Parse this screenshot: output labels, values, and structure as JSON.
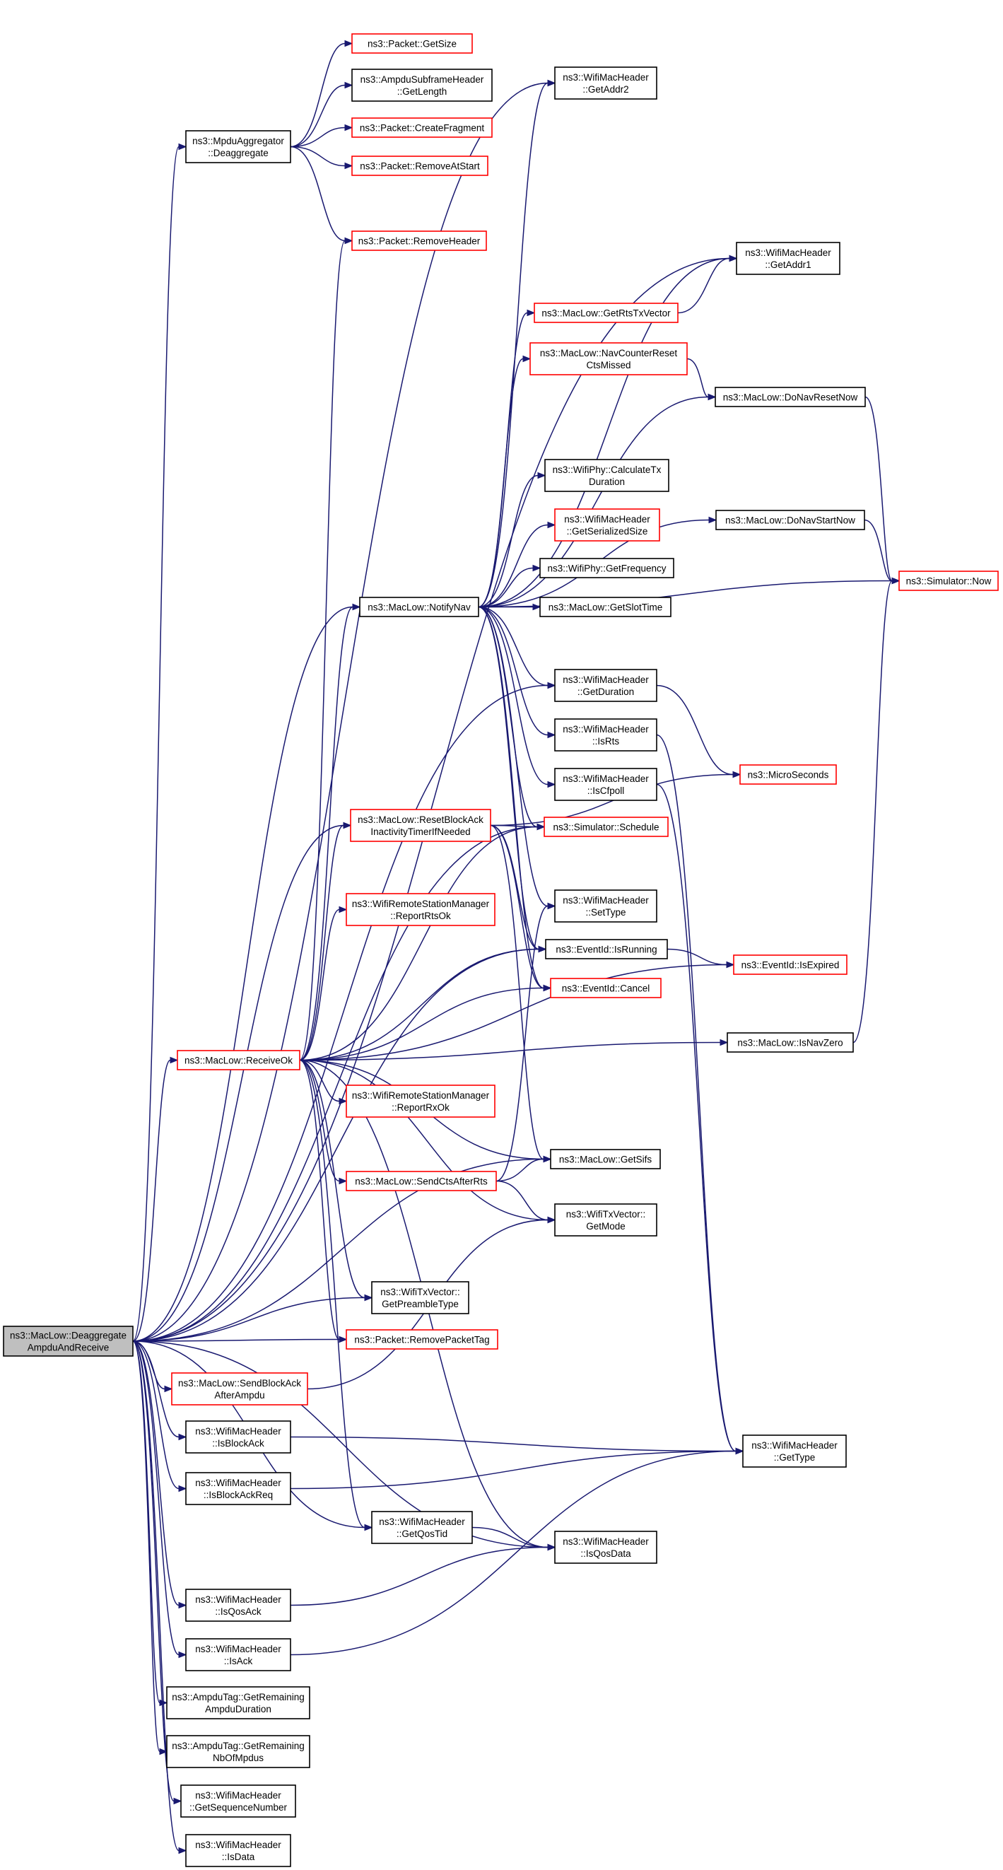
{
  "colors": {
    "edge": "#191970",
    "node_border": "#000000",
    "node_border_truncated": "#ff0000",
    "node_fill": "#ffffff",
    "root_fill": "#bfbfbf"
  },
  "nodes": [
    {
      "id": "root",
      "lines": [
        "ns3::MacLow::Deaggregate",
        "AmpduAndReceive"
      ],
      "style": "root"
    },
    {
      "id": "mpdu_deagg",
      "lines": [
        "ns3::MpduAggregator",
        "::Deaggregate"
      ],
      "style": "normal"
    },
    {
      "id": "pkt_getsize",
      "lines": [
        "ns3::Packet::GetSize"
      ],
      "style": "truncated"
    },
    {
      "id": "ampdu_getlen",
      "lines": [
        "ns3::AmpduSubframeHeader",
        "::GetLength"
      ],
      "style": "normal"
    },
    {
      "id": "pkt_createfrag",
      "lines": [
        "ns3::Packet::CreateFragment"
      ],
      "style": "truncated"
    },
    {
      "id": "pkt_removeatstart",
      "lines": [
        "ns3::Packet::RemoveAtStart"
      ],
      "style": "truncated"
    },
    {
      "id": "pkt_removeheader",
      "lines": [
        "ns3::Packet::RemoveHeader"
      ],
      "style": "truncated"
    },
    {
      "id": "hdr_getaddr2",
      "lines": [
        "ns3::WifiMacHeader",
        "::GetAddr2"
      ],
      "style": "normal"
    },
    {
      "id": "hdr_getaddr1",
      "lines": [
        "ns3::WifiMacHeader",
        "::GetAddr1"
      ],
      "style": "normal"
    },
    {
      "id": "getrtstxvector",
      "lines": [
        "ns3::MacLow::GetRtsTxVector"
      ],
      "style": "truncated"
    },
    {
      "id": "navcounterreset",
      "lines": [
        "ns3::MacLow::NavCounterReset",
        "CtsMissed"
      ],
      "style": "truncated"
    },
    {
      "id": "donavresetnow",
      "lines": [
        "ns3::MacLow::DoNavResetNow"
      ],
      "style": "normal"
    },
    {
      "id": "phy_calctx",
      "lines": [
        "ns3::WifiPhy::CalculateTx",
        "Duration"
      ],
      "style": "normal"
    },
    {
      "id": "hdr_getserialized",
      "lines": [
        "ns3::WifiMacHeader",
        "::GetSerializedSize"
      ],
      "style": "truncated"
    },
    {
      "id": "donavstartnow",
      "lines": [
        "ns3::MacLow::DoNavStartNow"
      ],
      "style": "normal"
    },
    {
      "id": "phy_getfreq",
      "lines": [
        "ns3::WifiPhy::GetFrequency"
      ],
      "style": "normal"
    },
    {
      "id": "sim_now",
      "lines": [
        "ns3::Simulator::Now"
      ],
      "style": "truncated"
    },
    {
      "id": "notifynav",
      "lines": [
        "ns3::MacLow::NotifyNav"
      ],
      "style": "normal"
    },
    {
      "id": "getslottime",
      "lines": [
        "ns3::MacLow::GetSlotTime"
      ],
      "style": "normal"
    },
    {
      "id": "hdr_getduration",
      "lines": [
        "ns3::WifiMacHeader",
        "::GetDuration"
      ],
      "style": "normal"
    },
    {
      "id": "hdr_isrts",
      "lines": [
        "ns3::WifiMacHeader",
        "::IsRts"
      ],
      "style": "normal"
    },
    {
      "id": "microseconds",
      "lines": [
        "ns3::MicroSeconds"
      ],
      "style": "truncated"
    },
    {
      "id": "hdr_iscfpoll",
      "lines": [
        "ns3::WifiMacHeader",
        "::IsCfpoll"
      ],
      "style": "normal"
    },
    {
      "id": "resetblockack",
      "lines": [
        "ns3::MacLow::ResetBlockAck",
        "InactivityTimerIfNeeded"
      ],
      "style": "truncated"
    },
    {
      "id": "sim_schedule",
      "lines": [
        "ns3::Simulator::Schedule"
      ],
      "style": "truncated"
    },
    {
      "id": "rsm_reportrtsok",
      "lines": [
        "ns3::WifiRemoteStationManager",
        "::ReportRtsOk"
      ],
      "style": "truncated"
    },
    {
      "id": "hdr_settype",
      "lines": [
        "ns3::WifiMacHeader",
        "::SetType"
      ],
      "style": "normal"
    },
    {
      "id": "event_isrunning",
      "lines": [
        "ns3::EventId::IsRunning"
      ],
      "style": "normal"
    },
    {
      "id": "event_isexpired",
      "lines": [
        "ns3::EventId::IsExpired"
      ],
      "style": "truncated"
    },
    {
      "id": "event_cancel",
      "lines": [
        "ns3::EventId::Cancel"
      ],
      "style": "truncated"
    },
    {
      "id": "receiveok",
      "lines": [
        "ns3::MacLow::ReceiveOk"
      ],
      "style": "truncated"
    },
    {
      "id": "isnavzero",
      "lines": [
        "ns3::MacLow::IsNavZero"
      ],
      "style": "normal"
    },
    {
      "id": "rsm_reportrxok",
      "lines": [
        "ns3::WifiRemoteStationManager",
        "::ReportRxOk"
      ],
      "style": "truncated"
    },
    {
      "id": "getsifs",
      "lines": [
        "ns3::MacLow::GetSifs"
      ],
      "style": "normal"
    },
    {
      "id": "sendctsafterrts",
      "lines": [
        "ns3::MacLow::SendCtsAfterRts"
      ],
      "style": "truncated"
    },
    {
      "id": "txv_getmode",
      "lines": [
        "ns3::WifiTxVector::",
        "GetMode"
      ],
      "style": "normal"
    },
    {
      "id": "txv_getpreamble",
      "lines": [
        "ns3::WifiTxVector::",
        "GetPreambleType"
      ],
      "style": "normal"
    },
    {
      "id": "pkt_removetag",
      "lines": [
        "ns3::Packet::RemovePacketTag"
      ],
      "style": "truncated"
    },
    {
      "id": "sendblockack",
      "lines": [
        "ns3::MacLow::SendBlockAck",
        "AfterAmpdu"
      ],
      "style": "truncated"
    },
    {
      "id": "hdr_isblockack",
      "lines": [
        "ns3::WifiMacHeader",
        "::IsBlockAck"
      ],
      "style": "normal"
    },
    {
      "id": "hdr_gettype",
      "lines": [
        "ns3::WifiMacHeader",
        "::GetType"
      ],
      "style": "normal"
    },
    {
      "id": "hdr_isblockackreq",
      "lines": [
        "ns3::WifiMacHeader",
        "::IsBlockAckReq"
      ],
      "style": "normal"
    },
    {
      "id": "hdr_getqostid",
      "lines": [
        "ns3::WifiMacHeader",
        "::GetQosTid"
      ],
      "style": "normal"
    },
    {
      "id": "hdr_isqosdata",
      "lines": [
        "ns3::WifiMacHeader",
        "::IsQosData"
      ],
      "style": "normal"
    },
    {
      "id": "hdr_isqosack",
      "lines": [
        "ns3::WifiMacHeader",
        "::IsQosAck"
      ],
      "style": "normal"
    },
    {
      "id": "hdr_isack",
      "lines": [
        "ns3::WifiMacHeader",
        "::IsAck"
      ],
      "style": "normal"
    },
    {
      "id": "tag_remduration",
      "lines": [
        "ns3::AmpduTag::GetRemaining",
        "AmpduDuration"
      ],
      "style": "normal"
    },
    {
      "id": "tag_remnbofmpdus",
      "lines": [
        "ns3::AmpduTag::GetRemaining",
        "NbOfMpdus"
      ],
      "style": "normal"
    },
    {
      "id": "hdr_getseqnum",
      "lines": [
        "ns3::WifiMacHeader",
        "::GetSequenceNumber"
      ],
      "style": "normal"
    },
    {
      "id": "hdr_isdata",
      "lines": [
        "ns3::WifiMacHeader",
        "::IsData"
      ],
      "style": "normal"
    }
  ],
  "edges": [
    [
      "root",
      "mpdu_deagg"
    ],
    [
      "root",
      "hdr_getaddr2"
    ],
    [
      "root",
      "hdr_getaddr1"
    ],
    [
      "root",
      "notifynav"
    ],
    [
      "root",
      "hdr_getduration"
    ],
    [
      "root",
      "sim_schedule"
    ],
    [
      "root",
      "resetblockack"
    ],
    [
      "root",
      "event_isrunning"
    ],
    [
      "root",
      "receiveok"
    ],
    [
      "root",
      "txv_getpreamble"
    ],
    [
      "root",
      "pkt_removetag"
    ],
    [
      "root",
      "getsifs"
    ],
    [
      "root",
      "sendblockack"
    ],
    [
      "root",
      "hdr_isblockack"
    ],
    [
      "root",
      "hdr_isblockackreq"
    ],
    [
      "root",
      "hdr_getqostid"
    ],
    [
      "root",
      "hdr_isqosdata"
    ],
    [
      "root",
      "hdr_isqosack"
    ],
    [
      "root",
      "hdr_isack"
    ],
    [
      "root",
      "tag_remduration"
    ],
    [
      "root",
      "tag_remnbofmpdus"
    ],
    [
      "root",
      "hdr_getseqnum"
    ],
    [
      "root",
      "hdr_isdata"
    ],
    [
      "mpdu_deagg",
      "pkt_getsize"
    ],
    [
      "mpdu_deagg",
      "ampdu_getlen"
    ],
    [
      "mpdu_deagg",
      "pkt_createfrag"
    ],
    [
      "mpdu_deagg",
      "pkt_removeatstart"
    ],
    [
      "mpdu_deagg",
      "pkt_removeheader"
    ],
    [
      "getrtstxvector",
      "hdr_getaddr1"
    ],
    [
      "navcounterreset",
      "donavresetnow"
    ],
    [
      "donavresetnow",
      "sim_now"
    ],
    [
      "donavstartnow",
      "sim_now"
    ],
    [
      "notifynav",
      "hdr_getaddr2"
    ],
    [
      "notifynav",
      "hdr_getaddr1"
    ],
    [
      "notifynav",
      "getrtstxvector"
    ],
    [
      "notifynav",
      "navcounterreset"
    ],
    [
      "notifynav",
      "donavresetnow"
    ],
    [
      "notifynav",
      "phy_calctx"
    ],
    [
      "notifynav",
      "hdr_getserialized"
    ],
    [
      "notifynav",
      "donavstartnow"
    ],
    [
      "notifynav",
      "phy_getfreq"
    ],
    [
      "notifynav",
      "sim_now"
    ],
    [
      "notifynav",
      "getslottime"
    ],
    [
      "notifynav",
      "hdr_getduration"
    ],
    [
      "notifynav",
      "hdr_isrts"
    ],
    [
      "notifynav",
      "hdr_iscfpoll"
    ],
    [
      "notifynav",
      "sim_schedule"
    ],
    [
      "notifynav",
      "hdr_settype"
    ],
    [
      "notifynav",
      "event_isrunning"
    ],
    [
      "notifynav",
      "event_cancel"
    ],
    [
      "hdr_getduration",
      "microseconds"
    ],
    [
      "hdr_isrts",
      "hdr_gettype"
    ],
    [
      "hdr_iscfpoll",
      "hdr_gettype"
    ],
    [
      "resetblockack",
      "sim_schedule"
    ],
    [
      "resetblockack",
      "microseconds"
    ],
    [
      "resetblockack",
      "event_isrunning"
    ],
    [
      "resetblockack",
      "event_cancel"
    ],
    [
      "resetblockack",
      "getsifs"
    ],
    [
      "event_isrunning",
      "event_isexpired"
    ],
    [
      "isnavzero",
      "sim_now"
    ],
    [
      "receiveok",
      "pkt_removeheader"
    ],
    [
      "receiveok",
      "notifynav"
    ],
    [
      "receiveok",
      "resetblockack"
    ],
    [
      "receiveok",
      "sim_schedule"
    ],
    [
      "receiveok",
      "rsm_reportrtsok"
    ],
    [
      "receiveok",
      "event_isrunning"
    ],
    [
      "receiveok",
      "event_cancel"
    ],
    [
      "receiveok",
      "event_isexpired"
    ],
    [
      "receiveok",
      "isnavzero"
    ],
    [
      "receiveok",
      "rsm_reportrxok"
    ],
    [
      "receiveok",
      "getsifs"
    ],
    [
      "receiveok",
      "sendctsafterrts"
    ],
    [
      "receiveok",
      "txv_getmode"
    ],
    [
      "receiveok",
      "txv_getpreamble"
    ],
    [
      "receiveok",
      "pkt_removetag"
    ],
    [
      "receiveok",
      "hdr_getqostid"
    ],
    [
      "receiveok",
      "hdr_isqosdata"
    ],
    [
      "sendctsafterrts",
      "hdr_settype"
    ],
    [
      "sendctsafterrts",
      "getsifs"
    ],
    [
      "sendctsafterrts",
      "txv_getmode"
    ],
    [
      "sendblockack",
      "txv_getmode"
    ],
    [
      "hdr_isblockack",
      "hdr_gettype"
    ],
    [
      "hdr_isblockackreq",
      "hdr_gettype"
    ],
    [
      "hdr_getqostid",
      "hdr_isqosdata"
    ],
    [
      "hdr_isqosack",
      "hdr_isqosdata"
    ],
    [
      "hdr_isack",
      "hdr_gettype"
    ]
  ]
}
